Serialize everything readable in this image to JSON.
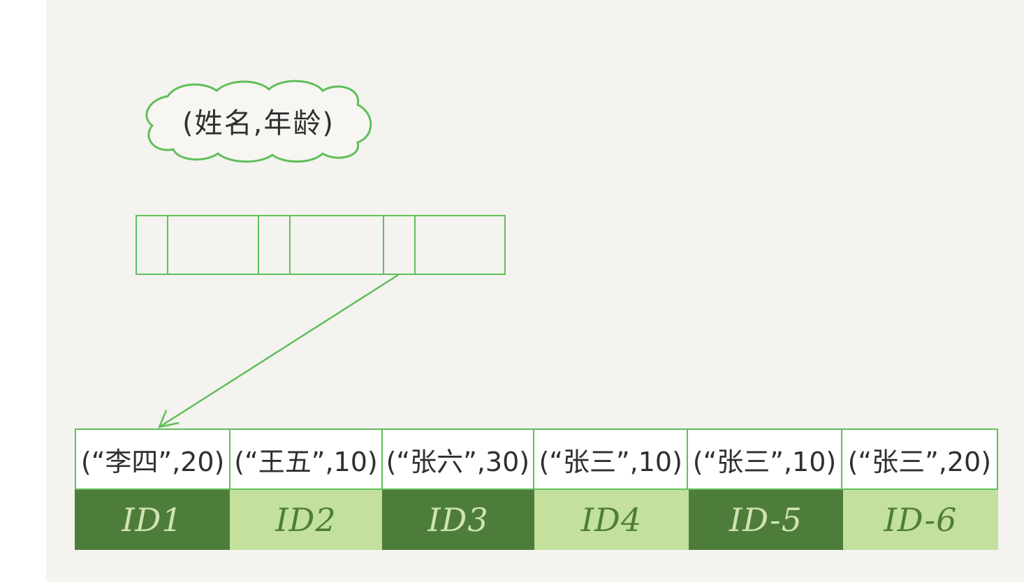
{
  "cloud": {
    "label": "(姓名,年龄)"
  },
  "colors": {
    "outline": "#5fbf5a",
    "id_dark": "#4e7d3b",
    "id_light": "#c3e19c",
    "background": "#f4f3ef"
  },
  "leaf": {
    "keys": [
      "(“李四”,20)",
      "(“王五”,10)",
      "(“张六”,30)",
      "(“张三”,10)",
      "(“张三”,10)",
      "(“张三”,20)"
    ],
    "ids": [
      "ID1",
      "ID2",
      "ID3",
      "ID4",
      "ID-5",
      "ID-6"
    ]
  }
}
